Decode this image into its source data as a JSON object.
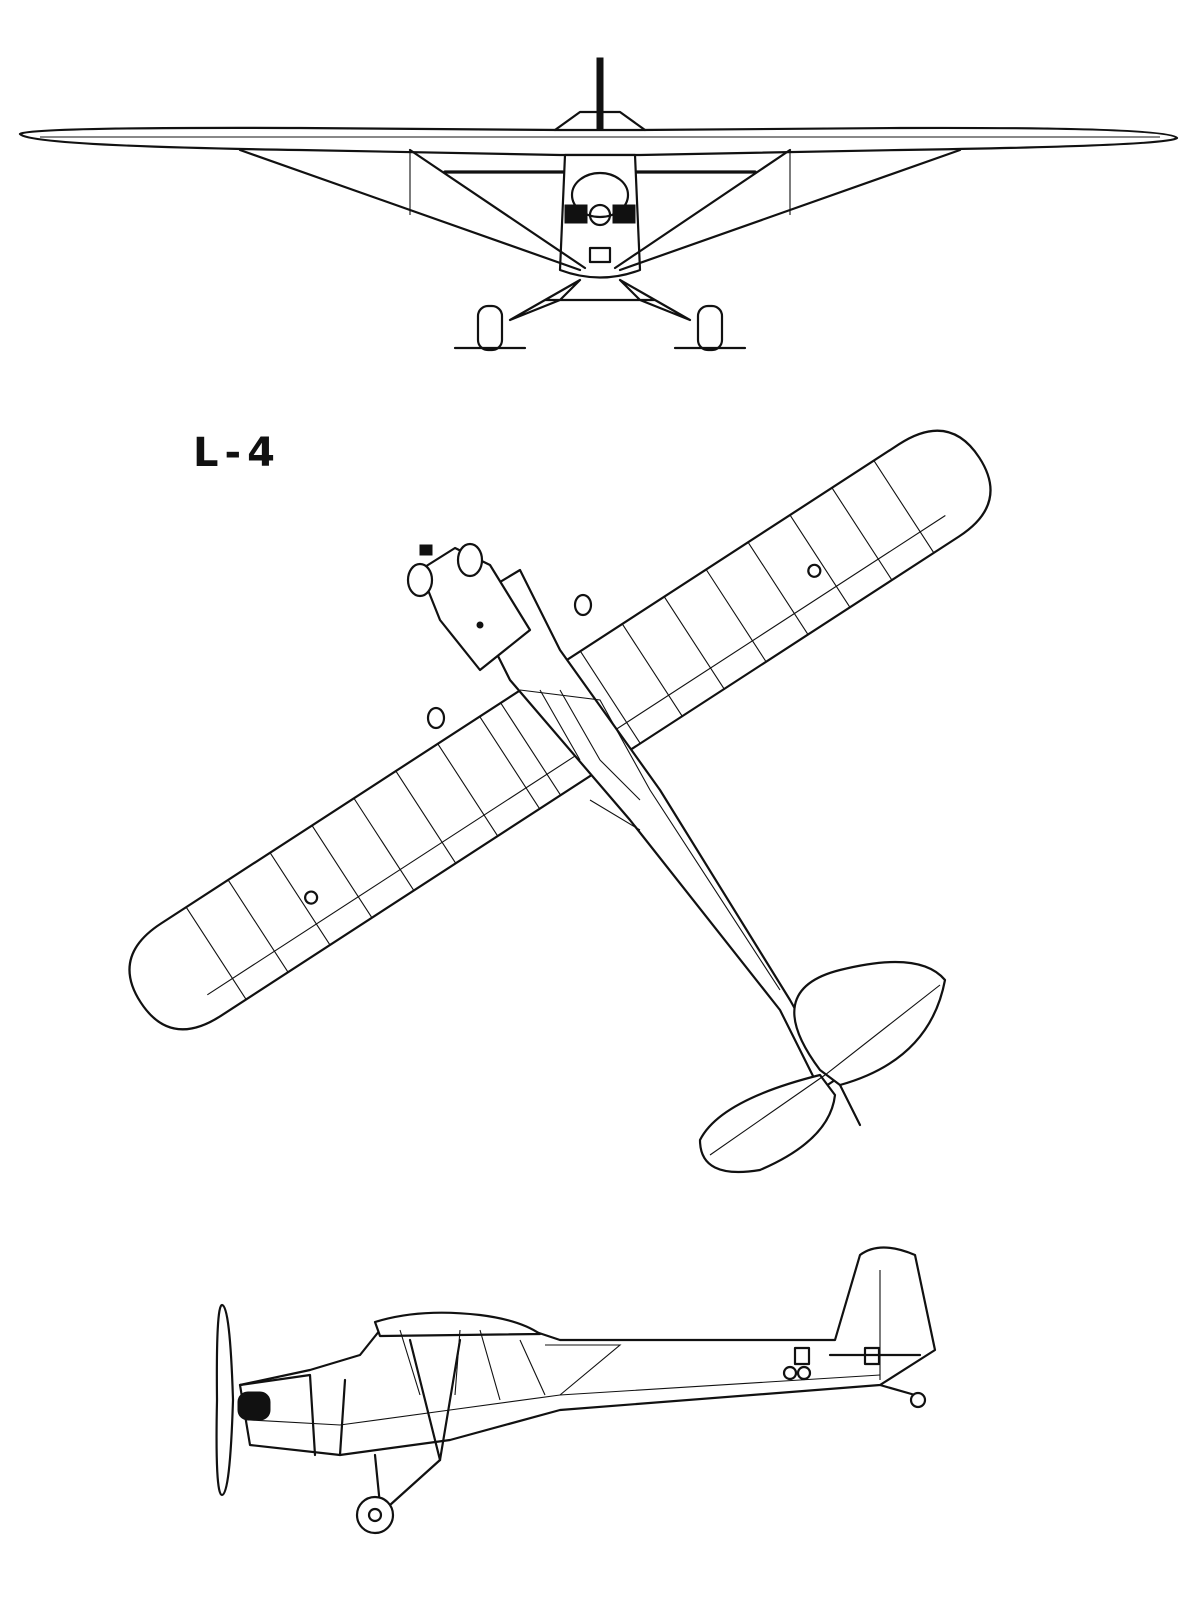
{
  "drawing": {
    "label": "L-4",
    "views": [
      "front-view",
      "top-view",
      "side-view"
    ],
    "line_color": "#111111",
    "background": "#ffffff"
  }
}
